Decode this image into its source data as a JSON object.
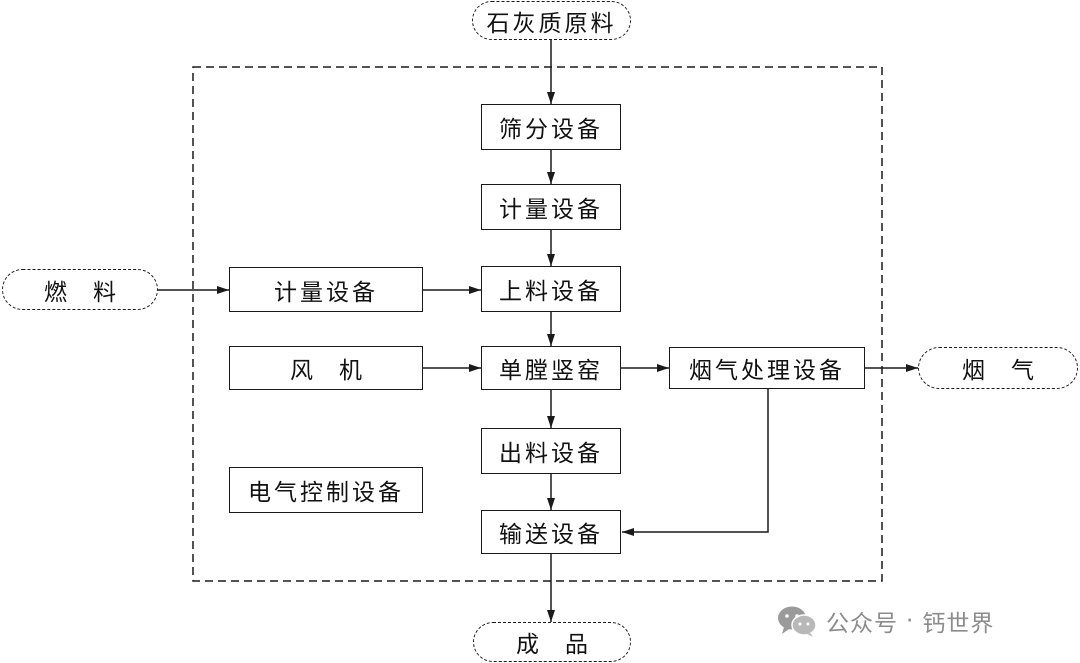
{
  "terminals": {
    "raw_material": "石灰质原料",
    "fuel": "燃料",
    "flue_gas_out": "烟气",
    "product": "成品"
  },
  "equipment": {
    "screening": "筛分设备",
    "metering_main": "计量设备",
    "metering_fuel": "计量设备",
    "feeding": "上料设备",
    "fan": "风机",
    "kiln": "单膛竖窑",
    "flue_gas_treatment": "烟气处理设备",
    "discharge": "出料设备",
    "conveying": "输送设备",
    "electrical_control": "电气控制设备"
  },
  "watermark": {
    "brand": "公众号",
    "separator": "·",
    "account": "钙世界",
    "icon": "wechat-icon"
  }
}
